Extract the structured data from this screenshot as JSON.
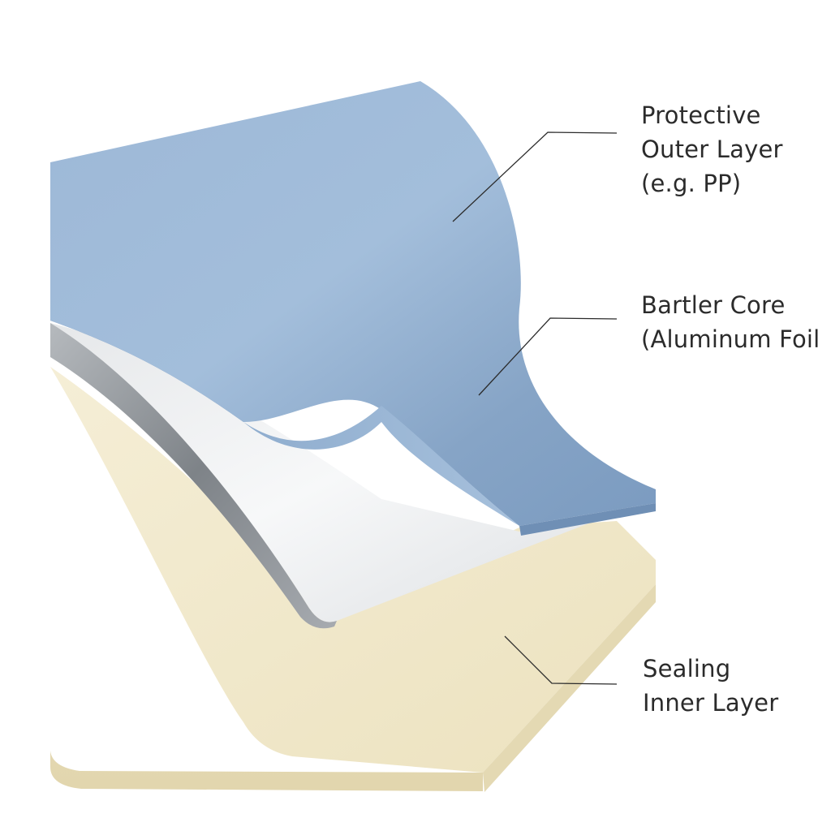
{
  "diagram": {
    "labels": {
      "outer_layer": {
        "line1": "Protective",
        "line2": "Outer Layer",
        "line3": "(e.g. PP)"
      },
      "barrier_core": {
        "line1": "Bartler Core",
        "line2": "(Aluminum Foil"
      },
      "inner_layer": {
        "line1": "Sealing",
        "line2": "Inner Layer"
      }
    },
    "colors": {
      "outer_layer": "#8eaccd",
      "barrier_core": "#c9ccd0",
      "inner_layer": "#efe6c7",
      "leader_line": "#2b2b2b",
      "text": "#2b2b2b"
    }
  }
}
